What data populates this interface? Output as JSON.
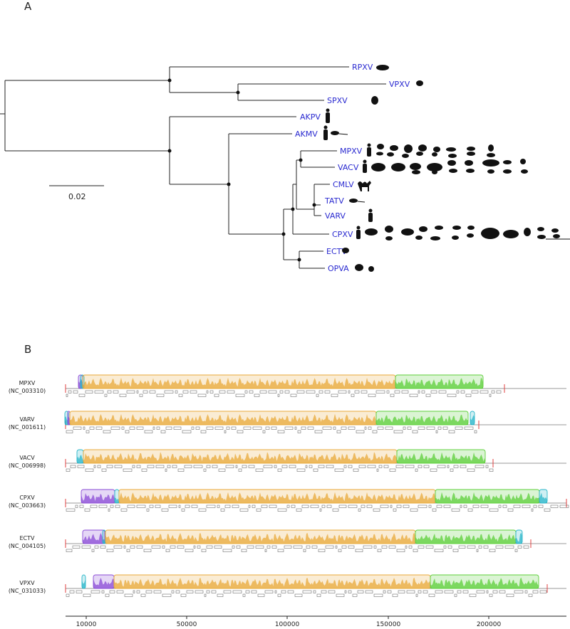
{
  "panel_a": {
    "letter": "A",
    "scale_label": "0.02",
    "taxa": [
      "RPXV",
      "VPXV",
      "SPXV",
      "AKPV",
      "AKMV",
      "MPXV",
      "VACV",
      "CMLV",
      "TATV",
      "VARV",
      "CPXV",
      "ECTV",
      "OPVA"
    ]
  },
  "panel_b": {
    "letter": "B",
    "genomes": [
      {
        "name": "MPXV",
        "accession": "(NC_003310)"
      },
      {
        "name": "VARV",
        "accession": "(NC_001611)"
      },
      {
        "name": "VACV",
        "accession": "(NC_006998)"
      },
      {
        "name": "CPXV",
        "accession": "(NC_003663)"
      },
      {
        "name": "ECTV",
        "accession": "(NC_004105)"
      },
      {
        "name": "VPXV",
        "accession": "(NC_031033)"
      }
    ],
    "axis_ticks": [
      "10000",
      "50000",
      "100000",
      "150000",
      "200000"
    ]
  },
  "colors": {
    "leaf_text": "#2a2ad0",
    "orange_block": "#e8a93a",
    "green_block": "#5ccf3a",
    "purple_block": "#8a4bd6",
    "cyan_block": "#29b6c9",
    "red_marker": "#e04040"
  }
}
